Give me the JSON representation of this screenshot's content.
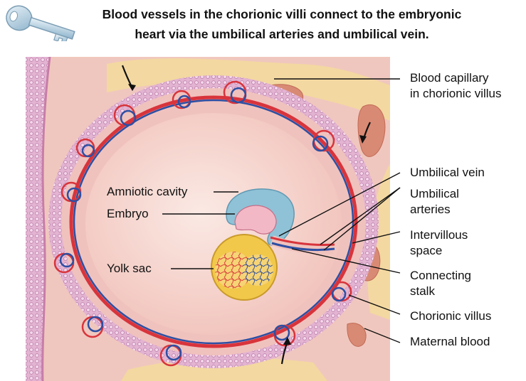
{
  "title": {
    "line1": "Blood vessels in the chorionic villi connect to the embryonic",
    "line2": "heart via the umbilical arteries and umbilical vein."
  },
  "icon": "key-icon",
  "labels": {
    "blood_capillary": "Blood capillary\nin chorionic villus",
    "umbilical_vein": "Umbilical vein",
    "umbilical_arteries": "Umbilical\narteries",
    "intervillous_space": "Intervillous\nspace",
    "connecting_stalk": "Connecting\nstalk",
    "chorionic_villus": "Chorionic villus",
    "maternal_blood": "Maternal blood",
    "amniotic_cavity": "Amniotic cavity",
    "embryo": "Embryo",
    "yolk_sac": "Yolk sac"
  },
  "colors": {
    "tissue": "#f2c6c0",
    "cavity": "#f6d6cf",
    "artery": "#d8343c",
    "vein": "#2d4fa3",
    "yolk": "#f2c84a",
    "amnion": "#7fb7cf",
    "wall": "#d9a0c8",
    "fat": "#f4dc9a"
  }
}
